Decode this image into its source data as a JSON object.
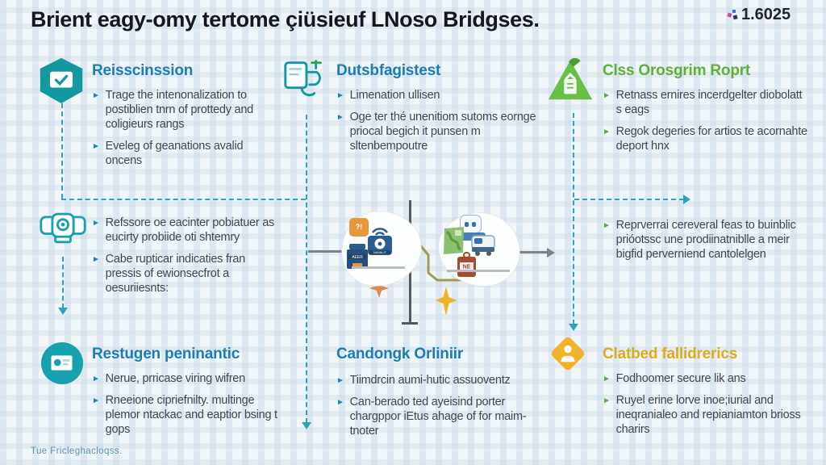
{
  "page": {
    "title": "Brient eagy-omy tertome çiüsieuf LNoso Bridgses.",
    "corner_value": "1.6025",
    "footer_note": "Tue Fricleghacloqss."
  },
  "bullet_marker": "►",
  "colors": {
    "teal_icon": "#14989f",
    "header_blue": "#1a7db3",
    "header_green": "#5cb136",
    "header_gold": "#dfaa1e",
    "connector_teal": "#2aa3bf",
    "body_text": "#42474d"
  },
  "sections": {
    "top_left": {
      "title": "Reisscinssion",
      "icon": "hexagon-card-icon",
      "bullets": [
        "Trage the intenonalization to postiblien tnrn of prottedy and coligieurs rangs",
        "Eveleg of geanations avalid oncens"
      ]
    },
    "top_mid": {
      "title": "Dutsbfagistest",
      "icon": "document-pipe-icon",
      "bullets": [
        "Limenation ullisen",
        "Oge ter thé unenitiom sutoms eornge priocal begich it punsen m sltenbempoutre"
      ]
    },
    "top_right": {
      "title": "Clss Orosgrim Roprt",
      "icon": "triangle-eco-icon",
      "bullets": [
        "Retnass ernires incerdgelter diobolatt s eags",
        "Regok degeries for artios te acornahte deport hnx"
      ]
    },
    "mid_left": {
      "bullets": [
        "Refssore oe eacinter pobiatuer as eucirty probiide oti shtemry",
        "Cabe rupticar indicaties fran pressis of ewionsecfrot a oesuriiesnts:"
      ]
    },
    "mid_right": {
      "bullets": [
        "Reprverrai cereveral feas to buinblic prióotssc une prodiinatniblle a meir bigfid perverniend cantolelgen"
      ]
    },
    "bottom_left": {
      "title": "Restugen peninantic",
      "icon": "circle-monitor-icon",
      "bullets": [
        "Nerue, prricase viring wifren",
        "Rneeione cipriefnilty. multinge plemor ntackac and eaptior bsing t gops"
      ]
    },
    "bottom_mid": {
      "title": "Candongk Orliniir",
      "bullets": [
        "Tiimdrcin aumi-hutic assuoventz",
        "Can-berado ted ayeisind porter chargppor iEtus ahage of for maim-tnoter"
      ]
    },
    "bottom_right": {
      "title": "Clatbed fallidrerics",
      "icon": "diamond-person-icon",
      "bullets": [
        "Fodhoomer secure lik ans",
        "Ruyel erine lorve inoe;iurial and ineqranialeo and repianiamton brioss charirs"
      ]
    }
  },
  "illustration": {
    "bubble_text": "?!",
    "machine_label": "NAVALIT",
    "container_label": "AEER",
    "tag_label": "NE"
  }
}
